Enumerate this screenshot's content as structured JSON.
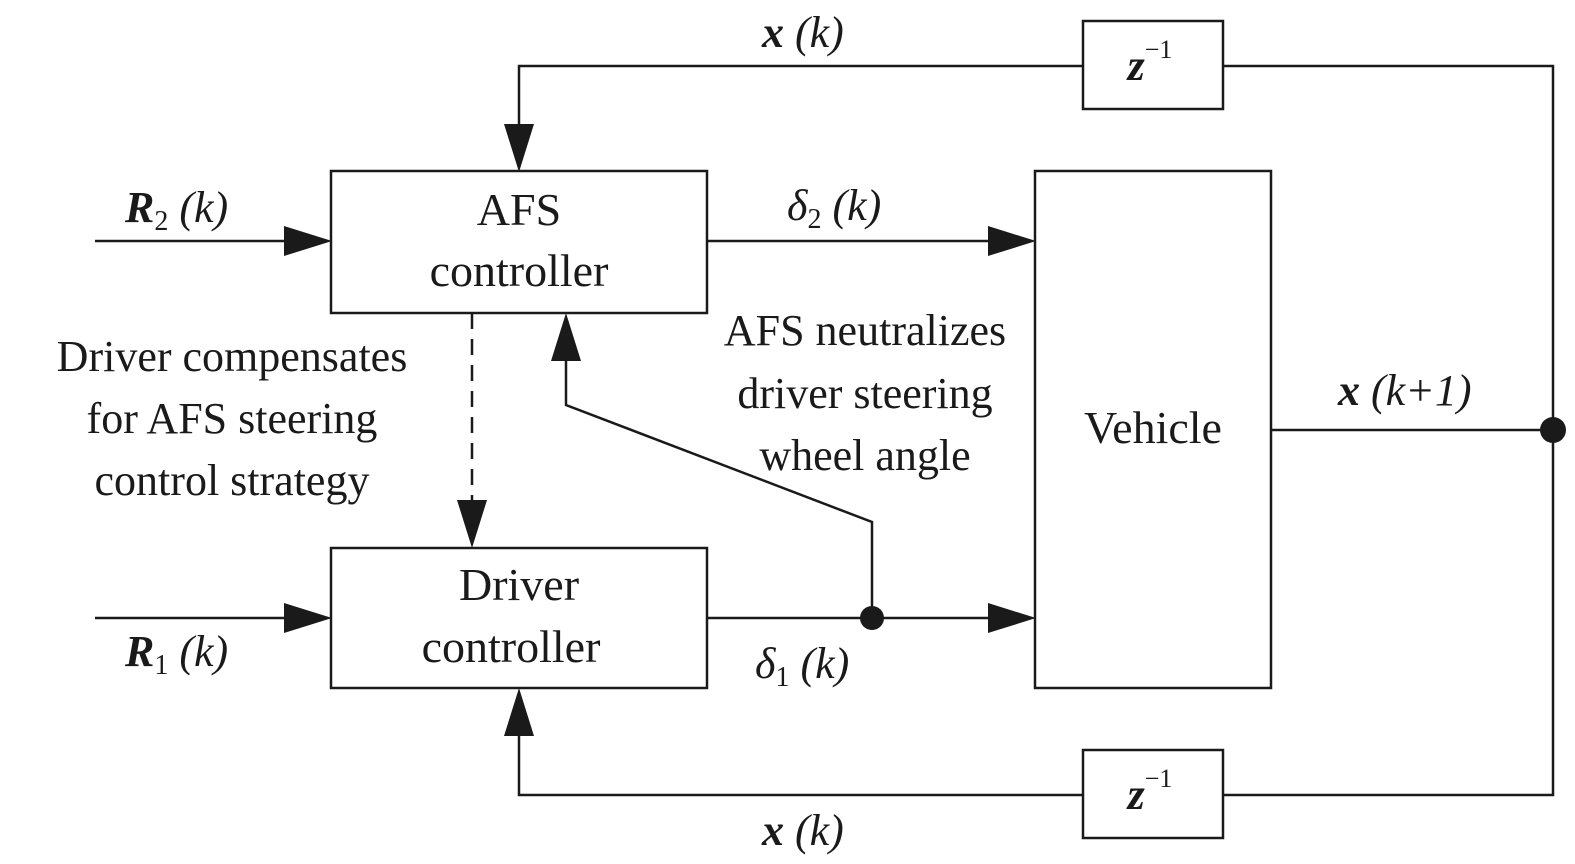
{
  "blocks": {
    "afs": {
      "line1": "AFS",
      "line2": "controller"
    },
    "driver": {
      "line1": "Driver",
      "line2": "controller"
    },
    "vehicle": {
      "label": "Vehicle"
    },
    "delay_top": {
      "base": "z",
      "exp": "−1"
    },
    "delay_bottom": {
      "base": "z",
      "exp": "−1"
    }
  },
  "signals": {
    "r2": {
      "sym": "R",
      "sub": "2",
      "arg": " (k)"
    },
    "r1": {
      "sym": "R",
      "sub": "1",
      "arg": " (k)"
    },
    "delta2": {
      "sym": "δ",
      "sub": "2",
      "arg": " (k)"
    },
    "delta1": {
      "sym": "δ",
      "sub": "1",
      "arg": " (k)"
    },
    "x_top": {
      "sym": "x",
      "arg": " (k)"
    },
    "x_bottom": {
      "sym": "x",
      "arg": " (k)"
    },
    "x_next": {
      "sym": "x",
      "arg": " (k+1)"
    }
  },
  "annotations": {
    "driver_comp": [
      "Driver compensates",
      "for AFS steering",
      "control strategy"
    ],
    "afs_neutral": [
      "AFS neutralizes",
      "driver steering",
      "wheel angle"
    ]
  }
}
